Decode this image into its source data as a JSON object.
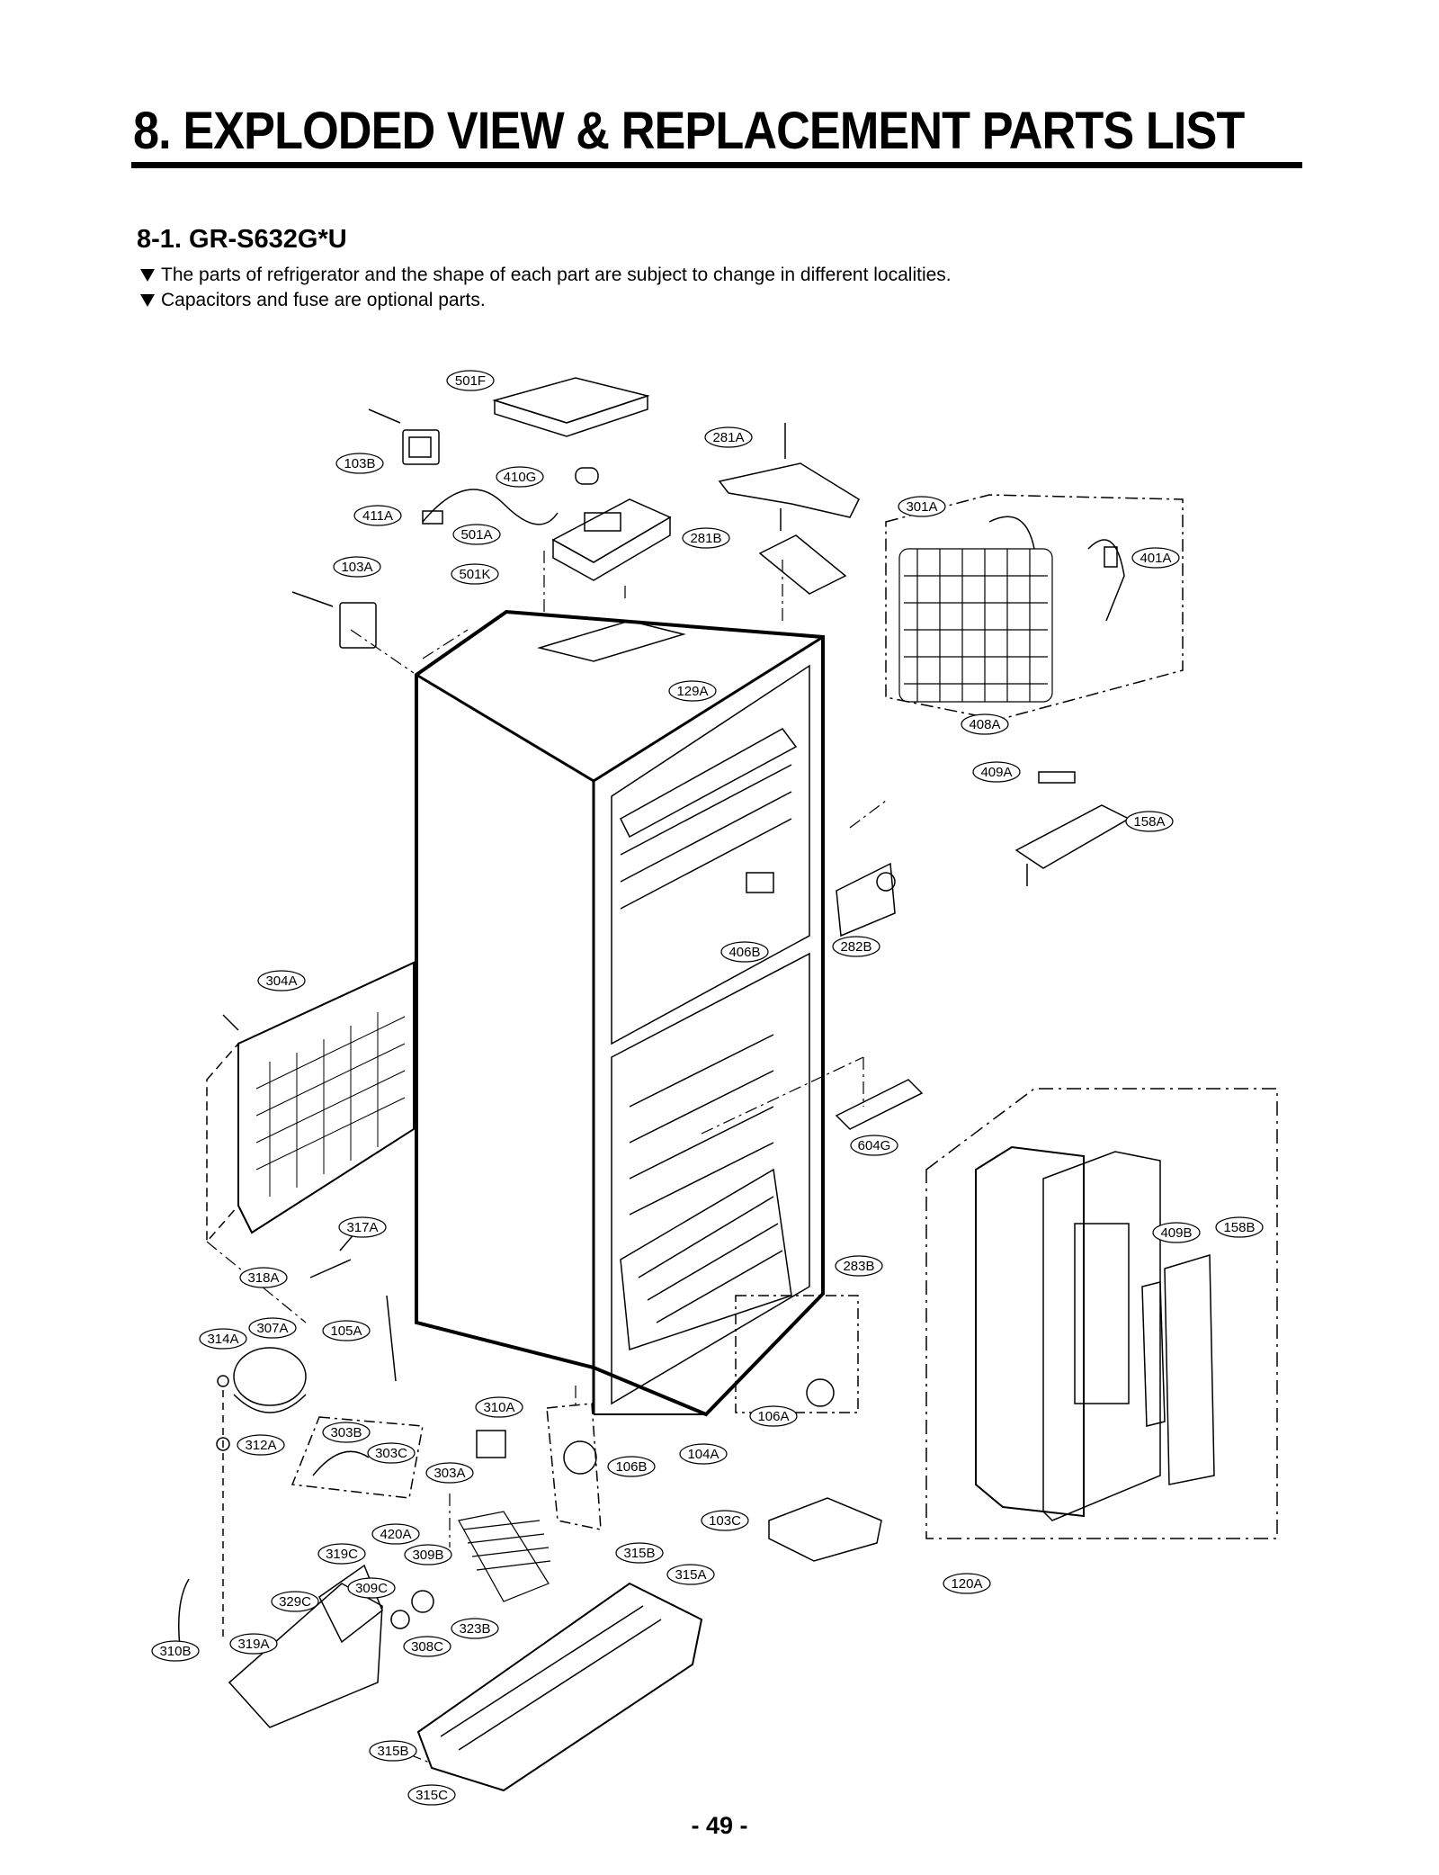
{
  "header": {
    "title": "8.  EXPLODED VIEW & REPLACEMENT PARTS LIST",
    "subtitle": "8-1. GR-S632G*U"
  },
  "notes": [
    "The parts of refrigerator and the shape of each part are subject to change in different localities.",
    "Capacitors and fuse are optional parts."
  ],
  "part_labels": [
    "501F",
    "281A",
    "103B",
    "410G",
    "411A",
    "501A",
    "281B",
    "301A",
    "401A",
    "103A",
    "501K",
    "129A",
    "408A",
    "409A",
    "158A",
    "406B",
    "282B",
    "304A",
    "604G",
    "409B",
    "158B",
    "317A",
    "283B",
    "318A",
    "314A",
    "307A",
    "105A",
    "310A",
    "106A",
    "303B",
    "312A",
    "303C",
    "303A",
    "104A",
    "106B",
    "103C",
    "420A",
    "319C",
    "309B",
    "315B",
    "315A",
    "120A",
    "309C",
    "329C",
    "323B",
    "310B",
    "319A",
    "308C",
    "315B",
    "315C"
  ],
  "footer": {
    "page_number": "- 49 -"
  }
}
